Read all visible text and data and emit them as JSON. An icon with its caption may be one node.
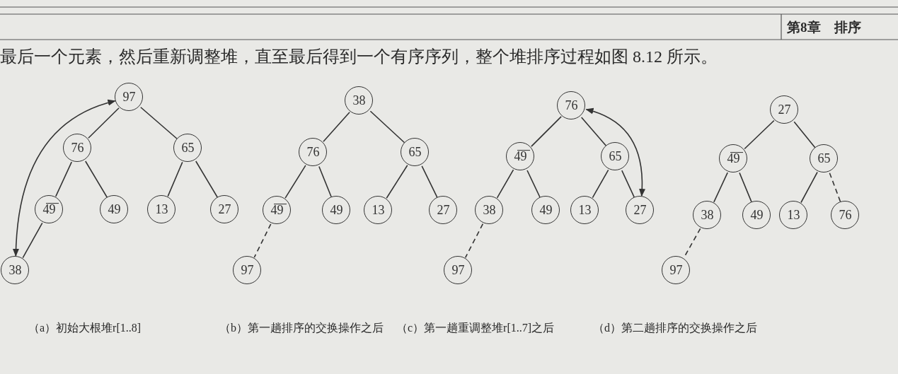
{
  "diagram": {
    "nodes": [
      {
        "text": [
          "97"
        ]
      },
      {
        "text": [
          "76"
        ]
      },
      {
        "text": [
          "65"
        ]
      },
      {
        "text": [
          "4̅9̅"
        ]
      },
      {
        "text": [
          "49"
        ]
      },
      {
        "text": [
          "13"
        ]
      },
      {
        "text": [
          "27"
        ]
      },
      {
        "text": [
          "38"
        ]
      },
      {
        "text": [
          "38"
        ]
      },
      {
        "text": [
          "76"
        ]
      },
      {
        "text": [
          "65"
        ]
      },
      {
        "text": [
          "4̅9̅"
        ]
      },
      {
        "text": [
          "49"
        ]
      },
      {
        "text": [
          "13"
        ]
      },
      {
        "text": [
          "27"
        ]
      },
      {
        "text": [
          "97"
        ]
      },
      {
        "text": [
          "76"
        ]
      },
      {
        "text": [
          "4̅9̅"
        ]
      },
      {
        "text": [
          "65"
        ]
      },
      {
        "text": [
          "38"
        ]
      },
      {
        "text": [
          "49"
        ]
      },
      {
        "text": [
          "13"
        ]
      },
      {
        "text": [
          "27"
        ]
      },
      {
        "text": [
          "97"
        ]
      },
      {
        "text": [
          "27"
        ]
      },
      {
        "text": [
          "4̅9̅"
        ]
      },
      {
        "text": [
          "65"
        ]
      },
      {
        "text": [
          "38"
        ]
      },
      {
        "text": [
          "49"
        ]
      },
      {
        "text": [
          "13"
        ]
      },
      {
        "text": [
          "76"
        ]
      },
      {
        "text": [
          "97"
        ]
      }
    ],
    "edges": [
      {
        "from": 0,
        "to": 1,
        "arrow": "none"
      },
      {
        "from": 0,
        "to": 2,
        "arrow": "none"
      },
      {
        "from": 1,
        "to": 3,
        "arrow": "none"
      },
      {
        "from": 1,
        "to": 4,
        "arrow": "none"
      },
      {
        "from": 2,
        "to": 5,
        "arrow": "none"
      },
      {
        "from": 2,
        "to": 6,
        "arrow": "none"
      },
      {
        "from": 3,
        "to": 7,
        "arrow": "none"
      },
      {
        "from": 7,
        "to": 0,
        "arrow": "both"
      },
      {
        "from": 8,
        "to": 9,
        "arrow": "none"
      },
      {
        "from": 8,
        "to": 10,
        "arrow": "none"
      },
      {
        "from": 9,
        "to": 11,
        "arrow": "none"
      },
      {
        "from": 9,
        "to": 12,
        "arrow": "none"
      },
      {
        "from": 10,
        "to": 13,
        "arrow": "none"
      },
      {
        "from": 10,
        "to": 14,
        "arrow": "none"
      },
      {
        "from": 11,
        "to": 15,
        "arrow": "none",
        "style": "dashed"
      },
      {
        "from": 16,
        "to": 17,
        "arrow": "none"
      },
      {
        "from": 16,
        "to": 18,
        "arrow": "none"
      },
      {
        "from": 17,
        "to": 19,
        "arrow": "none"
      },
      {
        "from": 17,
        "to": 20,
        "arrow": "none"
      },
      {
        "from": 18,
        "to": 21,
        "arrow": "none"
      },
      {
        "from": 18,
        "to": 22,
        "arrow": "none"
      },
      {
        "from": 19,
        "to": 23,
        "arrow": "none",
        "style": "dashed"
      },
      {
        "from": 16,
        "to": 22,
        "arrow": "both"
      },
      {
        "from": 24,
        "to": 25,
        "arrow": "none"
      },
      {
        "from": 24,
        "to": 26,
        "arrow": "none"
      },
      {
        "from": 25,
        "to": 27,
        "arrow": "none"
      },
      {
        "from": 25,
        "to": 28,
        "arrow": "none"
      },
      {
        "from": 26,
        "to": 29,
        "arrow": "none"
      },
      {
        "from": 26,
        "to": 30,
        "arrow": "none",
        "style": "dashed"
      },
      {
        "from": 27,
        "to": 31,
        "arrow": "none",
        "style": "dashed"
      }
    ],
    "labels": [
      "第8章　排序",
      "最后一个元素，然后重新调整堆，直至最后得到一个有序序列，整个堆排序过程如图 8.12 所示。",
      "（a）初始大根堆r[1..8]",
      "（b）第一趟排序的交换操作之后",
      "（c）第一趟重调整堆r[1..7]之后",
      "（d）第二趟排序的交换操作之后"
    ]
  }
}
